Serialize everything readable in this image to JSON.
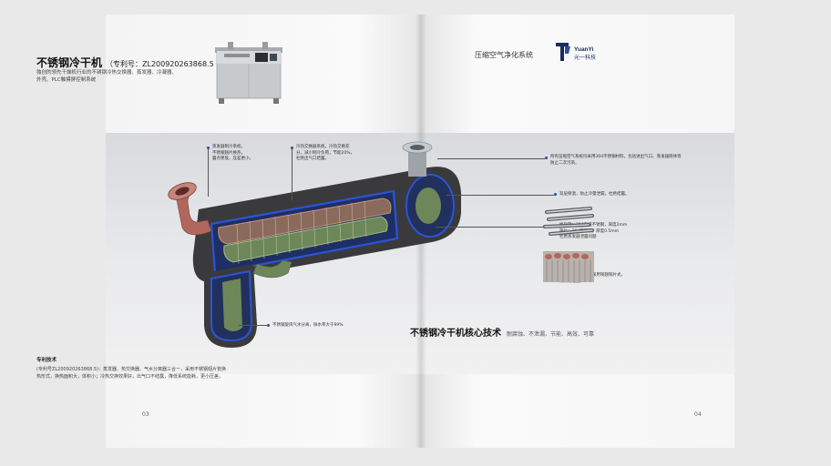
{
  "left": {
    "title": "不锈钢冷干机",
    "patent": "（专利号：ZL200920263868.5 ）",
    "desc_lines": [
      "独创的领先干燥机行业的不锈钢冷热交换器、蒸发器、冷凝器、",
      "外壳、PLC触摸屏控制系统"
    ],
    "callouts": {
      "evap": [
        "蒸发器制冷系统，",
        "不锈钢翅片换热，",
        "露点更低，压差更小。"
      ],
      "cold": [
        "冷热交换器系统，冷热交换充",
        "分，减小制冷负荷，节能20%，",
        "杜绝出气口结露。"
      ],
      "sep": [
        "不锈钢旋风气水分离，除水率大于99%"
      ]
    },
    "spec_head": "专利技术",
    "spec_lines": [
      "(专利号ZL200920263868.5)：蒸发器、热交换器、气水分离器三合一，采用不锈钢翅片管换",
      "热形式，换热面积大，体积小；冷热交换效果好，出气口不结露，降低系统能耗，更小压差。"
    ],
    "page_no": "03"
  },
  "right": {
    "header": "压缩空气净化系统",
    "brand_en": "YuanYi",
    "brand_cn": "元一科技",
    "callouts": {
      "material": [
        "所有压缩空气系统均采用304不锈钢材料，包括进出气口、蒸发器筒体等",
        "防止二次污染。"
      ],
      "insulation": [
        "双层保温，防止冷量泄漏，杜绝结露。"
      ],
      "tubes": [
        "换热管：304无缝不锈钢，厚度2mm",
        "翅片：304不锈钢，厚度0.5mm",
        "杜绝蒸发器泄露问题"
      ],
      "copper": [
        "传统冷干机换热管采用铜翅铜片式，",
        "易腐蚀泄露。"
      ]
    },
    "core_title": "不锈钢冷干机核心技术",
    "core_sub": "耐腐蚀、不泄漏、节能、高效、可靠",
    "page_no": "04"
  },
  "colors": {
    "accent": "#1b4fa6",
    "copper": "#b2675c",
    "green": "#6f8e5e",
    "shell": "#3a3a3c"
  }
}
